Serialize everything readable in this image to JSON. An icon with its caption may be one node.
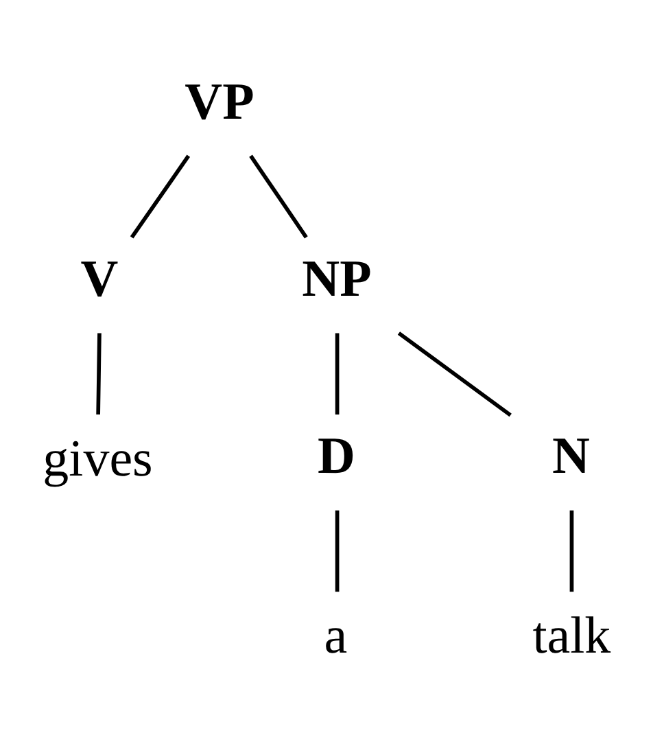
{
  "diagram": {
    "nodes": [
      {
        "text": [
          "VP"
        ]
      },
      {
        "text": [
          "V"
        ]
      },
      {
        "text": [
          "NP"
        ]
      },
      {
        "text": [
          "gives"
        ]
      },
      {
        "text": [
          "D"
        ]
      },
      {
        "text": [
          "N"
        ]
      },
      {
        "text": [
          "a"
        ]
      },
      {
        "text": [
          "talk"
        ]
      }
    ],
    "edges": [
      {
        "from": 0,
        "to": 1,
        "arrow": "none"
      },
      {
        "from": 0,
        "to": 2,
        "arrow": "none"
      },
      {
        "from": 1,
        "to": 3,
        "arrow": "none"
      },
      {
        "from": 2,
        "to": 4,
        "arrow": "none"
      },
      {
        "from": 2,
        "to": 5,
        "arrow": "none"
      },
      {
        "from": 4,
        "to": 6,
        "arrow": "none"
      },
      {
        "from": 5,
        "to": 7,
        "arrow": "none"
      }
    ]
  }
}
